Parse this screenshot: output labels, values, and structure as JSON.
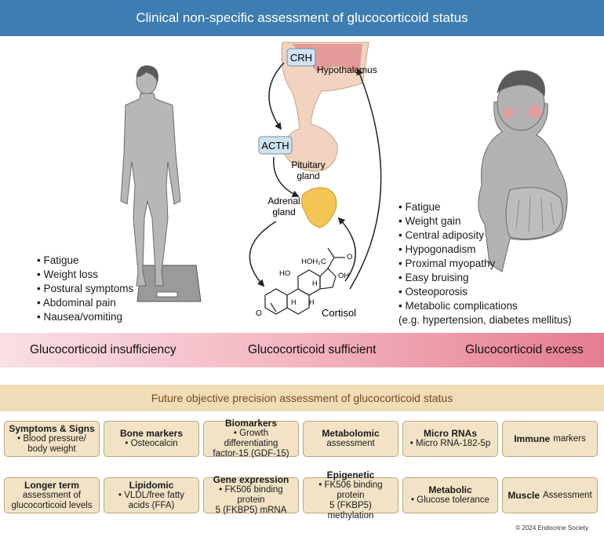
{
  "header": {
    "title": "Clinical non-specific assessment of glucocorticoid status"
  },
  "left_list": [
    "Fatigue",
    "Weight loss",
    "Postural symptoms",
    "Abdominal pain",
    "Nausea/vomiting"
  ],
  "right_list": [
    "Fatigue",
    "Weight gain",
    "Central adiposity",
    "Hypogonadism",
    "Proximal myopathy",
    "Easy bruising",
    "Osteoporosis",
    "Metabolic complications"
  ],
  "right_list_note": "(e.g. hypertension, diabetes mellitus)",
  "axis_labels": {
    "crh": "CRH",
    "acth": "ACTH",
    "hypothalamus": "Hypothalamus",
    "pituitary_1": "Pituitary",
    "pituitary_2": "gland",
    "adrenal_1": "Adrenal",
    "adrenal_2": "gland",
    "cortisol": "Cortisol",
    "mol_hoh2c": "HOH₂C",
    "mol_o_ketone": "O",
    "mol_oh": "OH",
    "mol_ho": "HO",
    "mol_h1": "H",
    "mol_h2": "H",
    "mol_h3": "H",
    "mol_o_ring": "O"
  },
  "spectrum": {
    "left": "Glucocorticoid insufficiency",
    "middle": "Glucocorticoid sufficient",
    "right": "Glucocorticoid excess"
  },
  "future": {
    "title": "Future objective precision assessment of glucocorticoid status"
  },
  "cards": [
    {
      "title": "Symptoms & Signs",
      "body": "• Blood pressure/\nbody weight"
    },
    {
      "title": "Bone markers",
      "body": "• Osteocalcin"
    },
    {
      "title": "Biomarkers",
      "body": "• Growth differentiating\nfactor-15 (GDF-15)"
    },
    {
      "title": "Metabolomic",
      "body": "assessment"
    },
    {
      "title": "Micro RNAs",
      "body": "• Micro RNA-182-5p"
    },
    {
      "title": "Immune",
      "body": "markers"
    },
    {
      "title": "Longer term",
      "body": "assessment of\nglucocorticoid levels"
    },
    {
      "title": "Lipidomic",
      "body": "• VLDL/free fatty\nacids (FFA)"
    },
    {
      "title": "Gene expression",
      "body": "• FK506 binding protein\n5 (FKBP5) mRNA"
    },
    {
      "title": "Epigenetic",
      "body": "• FK506 binding protein\n5 (FKBP5) methylation"
    },
    {
      "title": "Metabolic",
      "body": "• Glucose tolerance"
    },
    {
      "title": "Muscle",
      "body": "Assessment"
    }
  ],
  "copyright": "© 2024 Endocrine Society",
  "colors": {
    "header_blue": "#3e7cb1",
    "card_fill": "#f2e3c6",
    "card_border": "#bfa57e",
    "future_text": "#7a4a1f",
    "hormone_box": "#cfe3f1"
  },
  "icons": [
    "thin-person-on-scale-icon",
    "obese-person-icon",
    "hypothalamus-pituitary-icon",
    "adrenal-gland-icon",
    "cortisol-molecule-icon",
    "feedback-arrow-icon"
  ]
}
